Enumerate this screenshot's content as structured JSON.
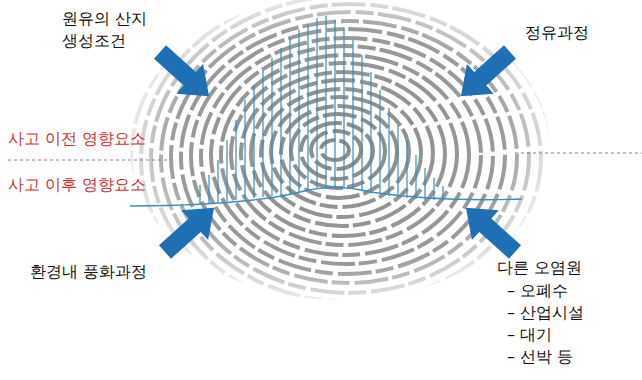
{
  "diagram": {
    "labels": [
      "원유의 산지 생성조건",
      "정유과정",
      "사고 이전 영향요소",
      "사고 이후 영향요소",
      "환경내 풍화과정",
      "다른 오염원",
      "– 오폐수",
      "– 산업시설",
      "– 대기",
      "– 선박 등"
    ]
  }
}
